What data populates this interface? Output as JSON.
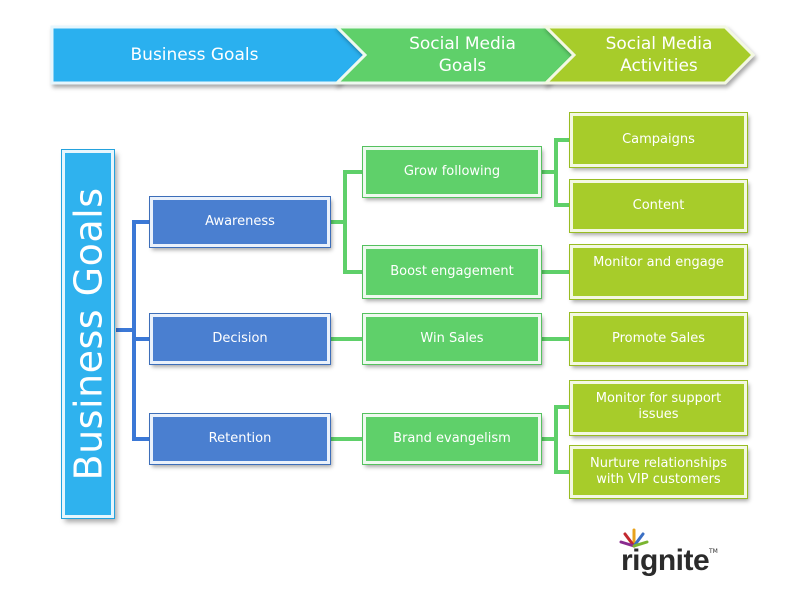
{
  "header": {
    "steps": [
      {
        "label": "Business Goals",
        "color": "#29b0ef"
      },
      {
        "label": "Social Media\nGoals",
        "color": "#5fd06a"
      },
      {
        "label": "Social Media\nActivities",
        "color": "#a7cc2a"
      }
    ]
  },
  "sidebar_title": "Business Goals",
  "business_goals": [
    "Awareness",
    "Decision",
    "Retention"
  ],
  "social_goals": [
    "Grow following",
    "Boost engagement",
    "Win Sales",
    "Brand evangelism"
  ],
  "activities": [
    "Campaigns",
    "Content",
    "Monitor and engage",
    "Promote Sales",
    "Monitor for support\nissues",
    "Nurture relationships\nwith VIP customers"
  ],
  "colors": {
    "business": "#4a7fd0",
    "social": "#5fd06a",
    "activity": "#a7cc2a",
    "title": "#2fb2ee",
    "connector_blue": "#3b78d6",
    "connector_green": "#5fd06a"
  },
  "logo": {
    "text": "rignite",
    "tm": "TM"
  }
}
